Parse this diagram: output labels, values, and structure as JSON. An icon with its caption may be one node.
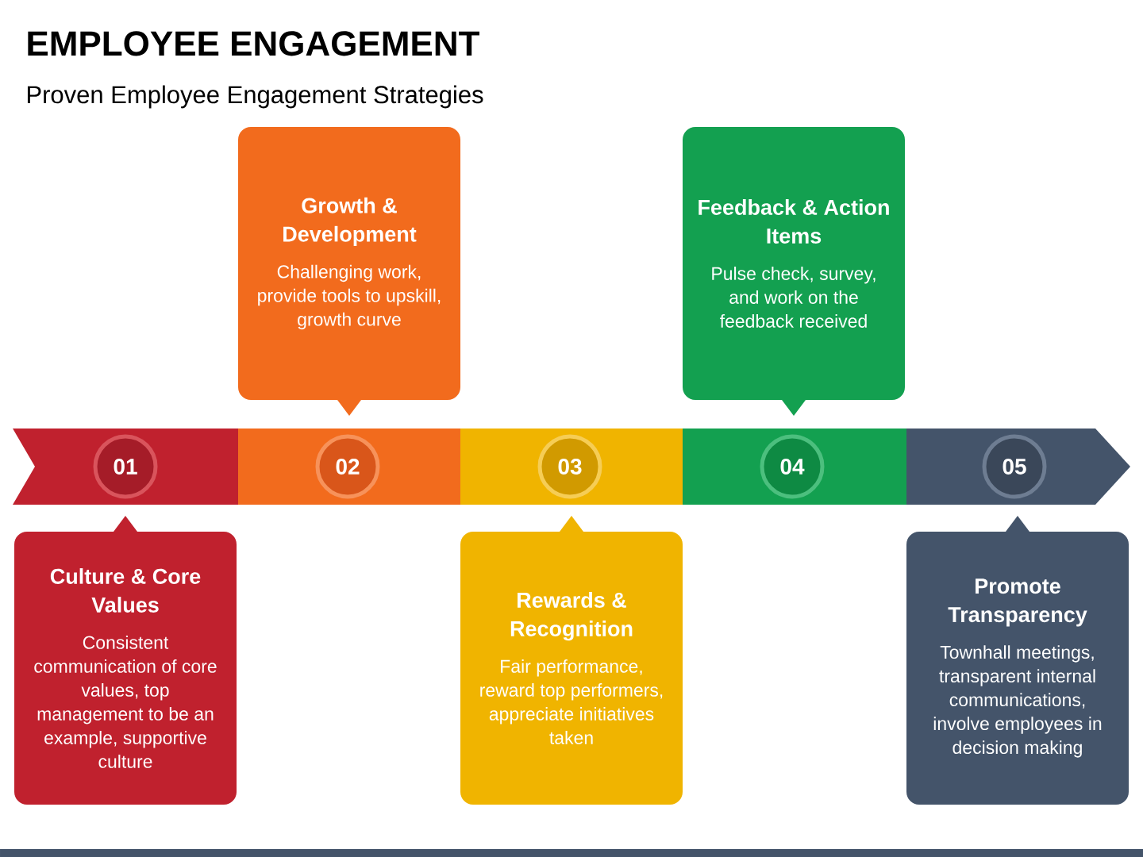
{
  "diagram": {
    "title": "EMPLOYEE ENGAGEMENT",
    "caption": "Proven Employee Engagement Strategies",
    "nodes": [
      {
        "text": [
          "Growth & Development",
          "Challenging work, provide tools to upskill, growth curve"
        ]
      },
      {
        "text": [
          "Feedback & Action Items",
          "Pulse check, survey, and work on the feedback received"
        ]
      },
      {
        "text": [
          "01"
        ]
      },
      {
        "text": [
          "02"
        ]
      },
      {
        "text": [
          "03"
        ]
      },
      {
        "text": [
          "04"
        ]
      },
      {
        "text": [
          "05"
        ]
      },
      {
        "text": [
          "Culture & Core Values",
          "Consistent communication of core values, top management to be an example, supportive culture"
        ]
      },
      {
        "text": [
          "Rewards & Recognition",
          "Fair performance, reward top performers, appreciate initiatives taken"
        ]
      },
      {
        "text": [
          "Promote Transparency",
          "Townhall meetings, transparent internal communications, involve employees in decision making"
        ]
      }
    ]
  }
}
